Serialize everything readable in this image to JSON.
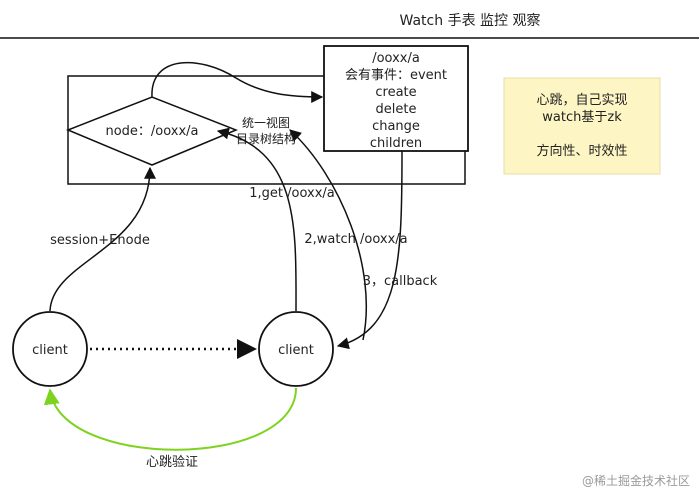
{
  "header": {
    "title": "Watch  手表  监控  观察"
  },
  "znode_node": {
    "label": "node：/ooxx/a"
  },
  "unified_view": {
    "line1": "统一视图",
    "line2": "目录树结构"
  },
  "event_box": {
    "lines": [
      "/ooxx/a",
      "会有事件：event",
      "create",
      "delete",
      "change",
      "children"
    ]
  },
  "note": {
    "lines": [
      "心跳，自己实现",
      "watch基于zk",
      "",
      "方向性、时效性"
    ],
    "color": "#fdf5c4"
  },
  "clients": {
    "left": "client",
    "right": "client"
  },
  "edges": {
    "session": "session+Enode",
    "get": "1,get /ooxx/a",
    "watch": "2,watch /ooxx/a",
    "callback": "3，callback",
    "heartbeat": "心跳验证"
  },
  "colors": {
    "heartbeat": "#7ed321",
    "stroke": "#111111"
  },
  "watermark": "@稀土掘金技术社区"
}
